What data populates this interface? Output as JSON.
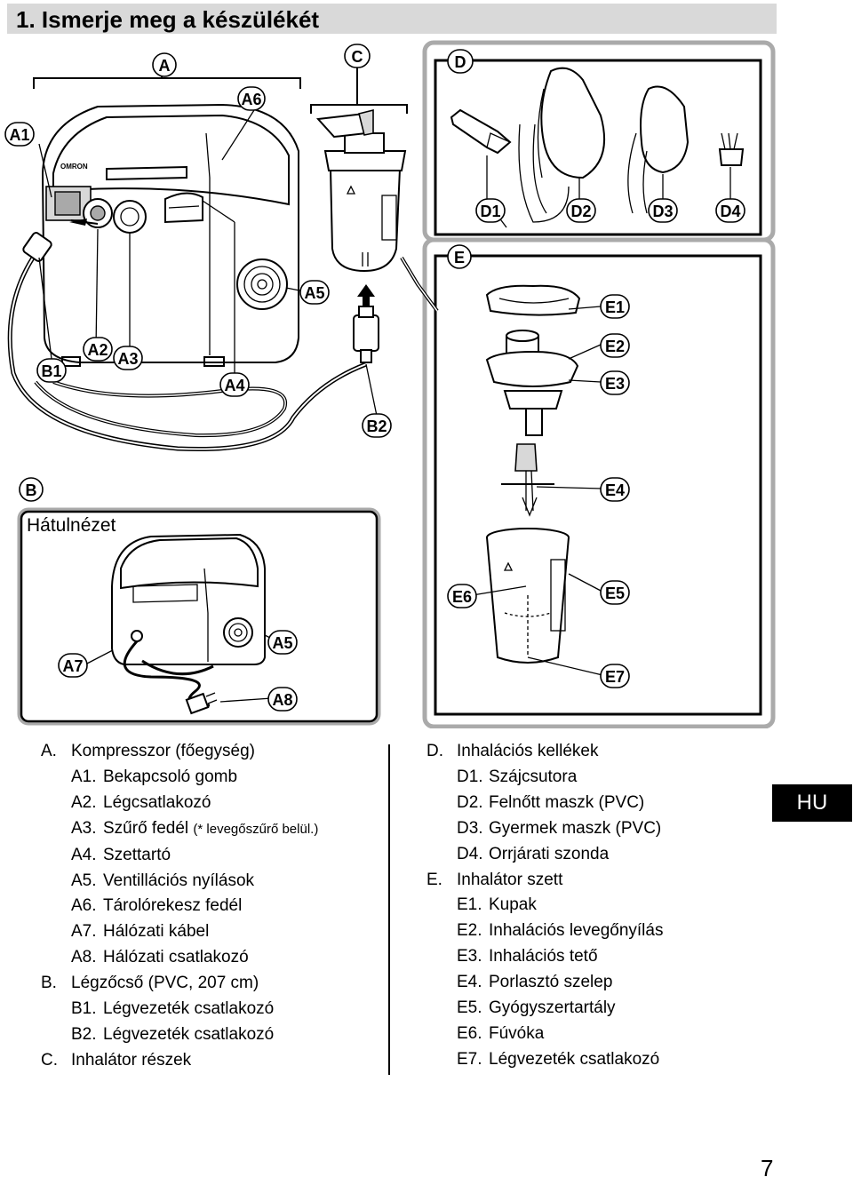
{
  "title": "1.  Ismerje meg a készülékét",
  "backview_label": "Hátulnézet",
  "callouts": {
    "A": "A",
    "A1": "A1",
    "A2": "A2",
    "A3": "A3",
    "A4": "A4",
    "A5": "A5",
    "A6": "A6",
    "A7": "A7",
    "A8": "A8",
    "A5b": "A5",
    "B": "B",
    "B1": "B1",
    "B2": "B2",
    "C": "C",
    "D": "D",
    "D1": "D1",
    "D2": "D2",
    "D3": "D3",
    "D4": "D4",
    "E": "E",
    "E1": "E1",
    "E2": "E2",
    "E3": "E3",
    "E4": "E4",
    "E5": "E5",
    "E6": "E6",
    "E7": "E7",
    "brand": "OMRON"
  },
  "legend_left": [
    {
      "key": "A.",
      "text": "Kompresszor (főegység)",
      "level": 0
    },
    {
      "key": "A1.",
      "text": "Bekapcsoló gomb",
      "level": 1
    },
    {
      "key": "A2.",
      "text": "Légcsatlakozó",
      "level": 1
    },
    {
      "key": "A3.",
      "text": "Szűrő fedél",
      "note": "(* levegőszűrő belül.)",
      "level": 1
    },
    {
      "key": "A4.",
      "text": "Szettartó",
      "level": 1
    },
    {
      "key": "A5.",
      "text": "Ventillációs nyílások",
      "level": 1
    },
    {
      "key": "A6.",
      "text": "Tárolórekesz fedél",
      "level": 1
    },
    {
      "key": "A7.",
      "text": "Hálózati kábel",
      "level": 1
    },
    {
      "key": "A8.",
      "text": "Hálózati csatlakozó",
      "level": 1
    },
    {
      "key": "B.",
      "text": "Légzőcső (PVC, 207 cm)",
      "level": 0
    },
    {
      "key": "B1.",
      "text": "Légvezeték csatlakozó",
      "level": 1
    },
    {
      "key": "B2.",
      "text": "Légvezeték csatlakozó",
      "level": 1
    },
    {
      "key": "C.",
      "text": "Inhalátor részek",
      "level": 0
    }
  ],
  "legend_right": [
    {
      "key": "D.",
      "text": "Inhalációs kellékek",
      "level": 0
    },
    {
      "key": "D1.",
      "text": "Szájcsutora",
      "level": 1
    },
    {
      "key": "D2.",
      "text": "Felnőtt maszk (PVC)",
      "level": 1
    },
    {
      "key": "D3.",
      "text": "Gyermek maszk (PVC)",
      "level": 1
    },
    {
      "key": "D4.",
      "text": "Orrjárati szonda",
      "level": 1
    },
    {
      "key": "E.",
      "text": "Inhalátor szett",
      "level": 0
    },
    {
      "key": "E1.",
      "text": "Kupak",
      "level": 1
    },
    {
      "key": "E2.",
      "text": "Inhalációs levegőnyílás",
      "level": 1
    },
    {
      "key": "E3.",
      "text": "Inhalációs tető",
      "level": 1
    },
    {
      "key": "E4.",
      "text": "Porlasztó szelep",
      "level": 1
    },
    {
      "key": "E5.",
      "text": "Gyógyszertartály",
      "level": 1
    },
    {
      "key": "E6.",
      "text": "Fúvóka",
      "level": 1
    },
    {
      "key": "E7.",
      "text": "Légvezeték csatlakozó",
      "level": 1
    }
  ],
  "language_tab": "HU",
  "page_number": "7"
}
